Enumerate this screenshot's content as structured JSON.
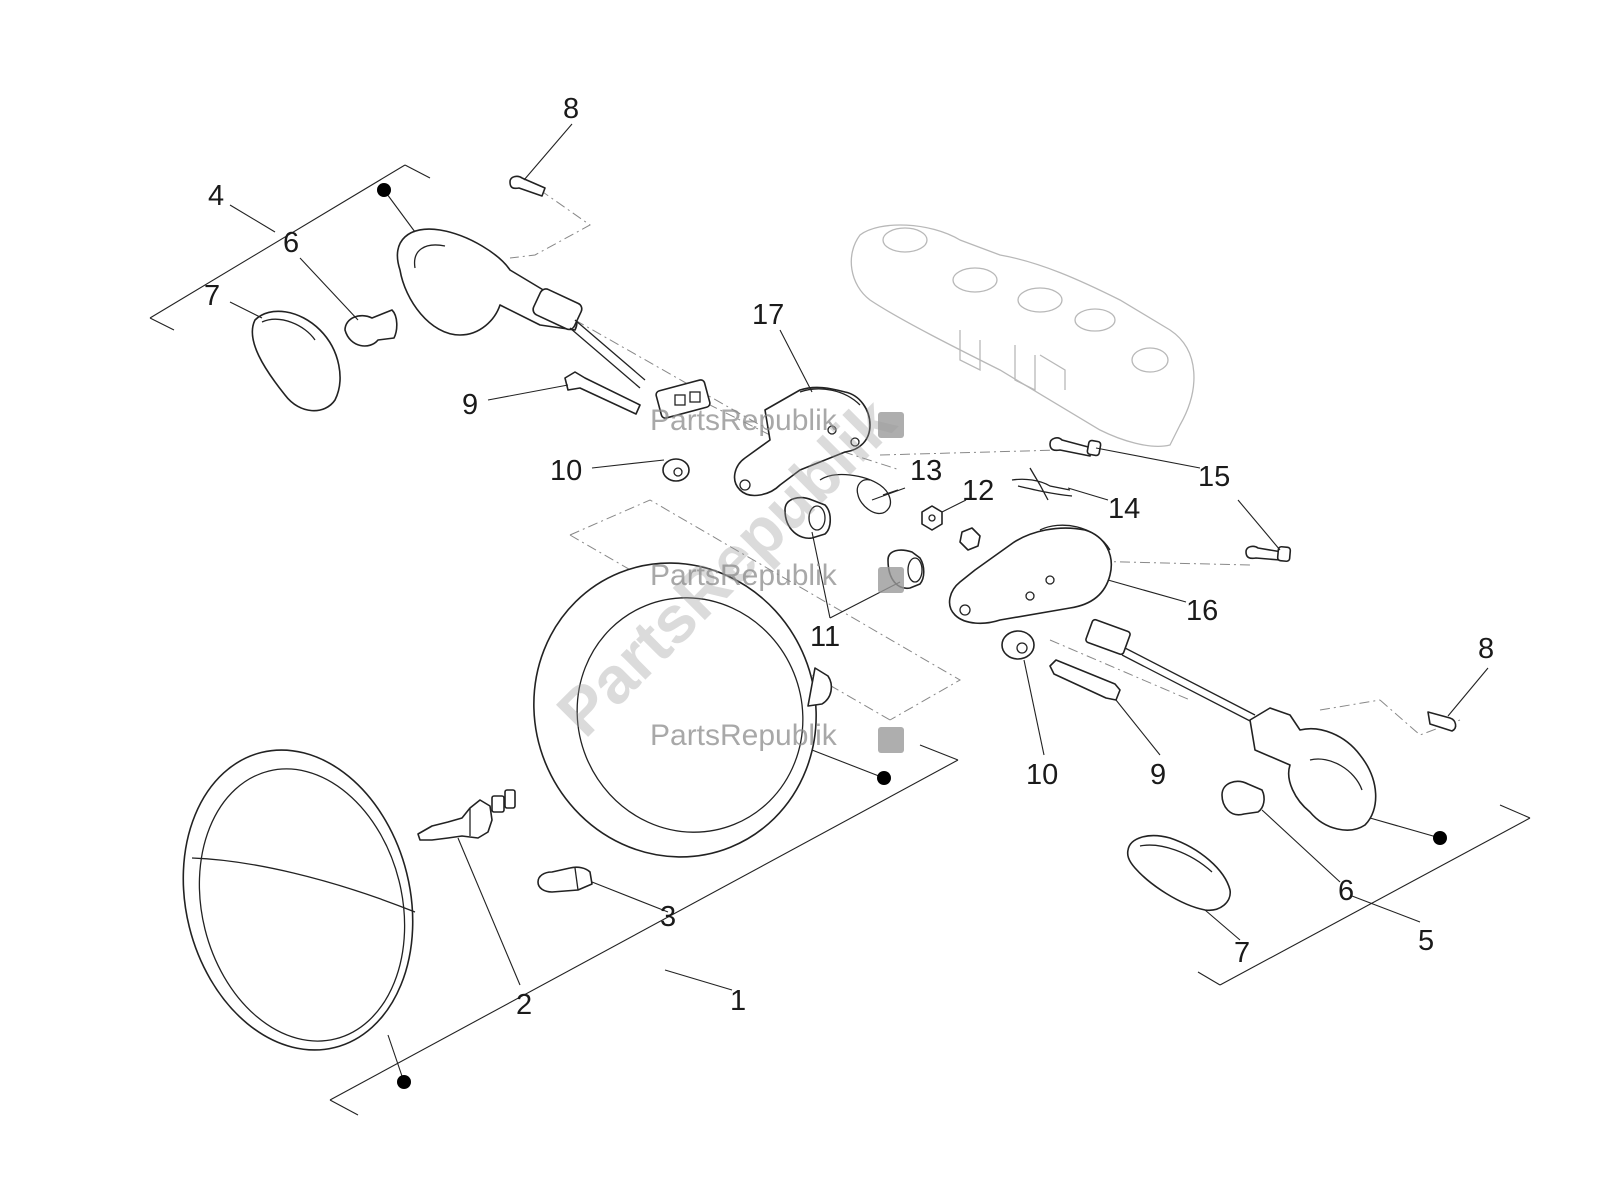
{
  "diagram": {
    "callouts": {
      "c1": "1",
      "c2": "2",
      "c3": "3",
      "c4": "4",
      "c5": "5",
      "c6a": "6",
      "c6b": "6",
      "c7a": "7",
      "c7b": "7",
      "c8a": "8",
      "c8b": "8",
      "c9a": "9",
      "c9b": "9",
      "c10a": "10",
      "c10b": "10",
      "c11": "11",
      "c12": "12",
      "c13": "13",
      "c14": "14",
      "c15": "15",
      "c16": "16",
      "c17": "17"
    },
    "watermark": {
      "brand": "PartsRepublik",
      "diagonal": "PartsRepublik"
    },
    "icons": [
      "gear-icon"
    ],
    "colors": {
      "line": "#222222",
      "ghost": "#b8b8b8",
      "watermark": "#8c8c8c"
    }
  }
}
